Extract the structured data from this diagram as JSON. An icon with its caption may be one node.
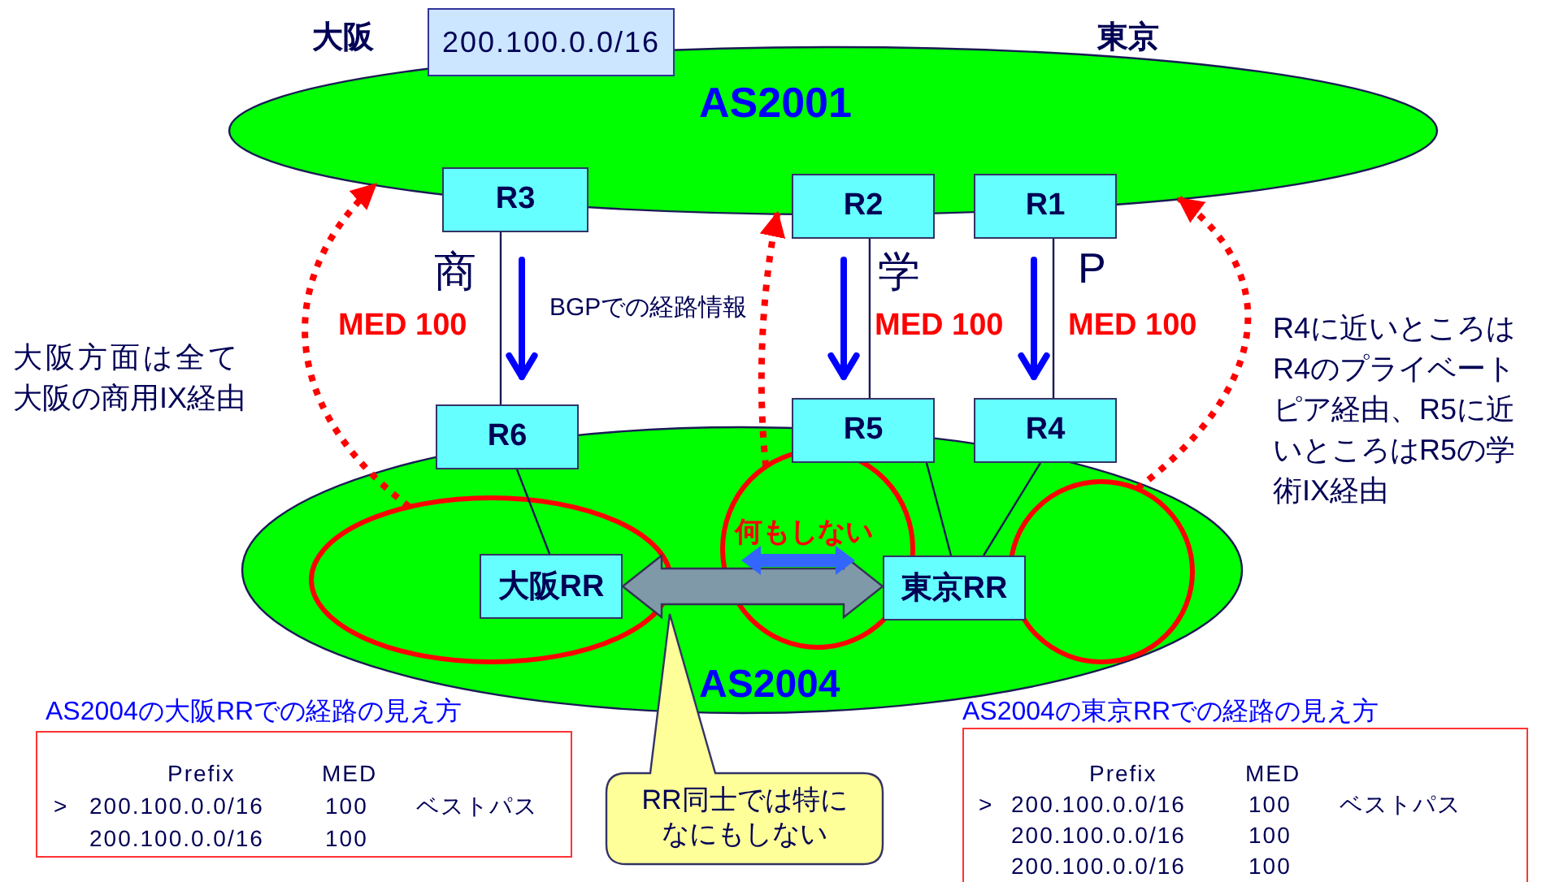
{
  "diagram": {
    "nodes": [
      {
        "text": [
          "AS2001"
        ]
      },
      {
        "text": [
          "R3"
        ]
      },
      {
        "text": [
          "R2"
        ]
      },
      {
        "text": [
          "R1"
        ]
      },
      {
        "text": [
          "AS2004"
        ]
      },
      {
        "text": [
          "R6"
        ]
      },
      {
        "text": [
          "R5"
        ]
      },
      {
        "text": [
          "R4"
        ]
      },
      {
        "text": [
          "大阪RR"
        ],
        "in": 12
      },
      {
        "text": [
          "東京RR"
        ],
        "in": 4
      },
      {
        "text": [
          "200.100.0.0/16"
        ]
      },
      {
        "text": [
          "RR同士では特になにもしない"
        ]
      },
      {
        "text": [],
        "shape": "circle",
        "in": 4
      },
      {
        "text": [],
        "shape": "circle",
        "in": 4
      },
      {
        "text": [],
        "shape": "circle",
        "in": 4
      }
    ],
    "edges": [
      {
        "from": 1,
        "to": 5,
        "arrow": "none"
      },
      {
        "from": 2,
        "to": 6,
        "arrow": "none"
      },
      {
        "from": 3,
        "to": 7,
        "arrow": "none"
      },
      {
        "from": 5,
        "to": 8,
        "arrow": "none"
      },
      {
        "from": 6,
        "to": 9,
        "arrow": "none"
      },
      {
        "from": 7,
        "to": 9,
        "arrow": "none"
      },
      {
        "from": 8,
        "to": 9,
        "arrow": "both",
        "style": "thick",
        "color": "#8099a8"
      },
      {
        "from": 12,
        "to": 0,
        "arrow": "to",
        "style": "dashed",
        "color": "#ff0000"
      },
      {
        "from": 13,
        "to": 0,
        "arrow": "to",
        "style": "dashed",
        "color": "#ff0000"
      },
      {
        "from": 14,
        "to": 0,
        "arrow": "to",
        "style": "dashed",
        "color": "#ff0000"
      }
    ],
    "labels": [
      "大阪",
      "東京",
      "商",
      "MED 100",
      "BGPでの経路情報",
      "学",
      "MED 100",
      "P",
      "MED 100",
      "大阪方面は全て大阪の商用IX経由",
      "R4に近いところはR4のプライベートピア経由、R5に近いところはR5の学術IX経由",
      "何もしない",
      "AS2004の大阪RRでの経路の見え方",
      "Prefix",
      "MED",
      ">",
      "200.100.0.0/16",
      "100",
      "ベストパス",
      "200.100.0.0/16",
      "100",
      "AS2004の東京RRでの経路の見え方",
      "Prefix",
      "MED",
      ">",
      "200.100.0.0/16",
      "100",
      "ベストパス",
      "200.100.0.0/16",
      "100",
      "200.100.0.0/16",
      "100"
    ]
  }
}
